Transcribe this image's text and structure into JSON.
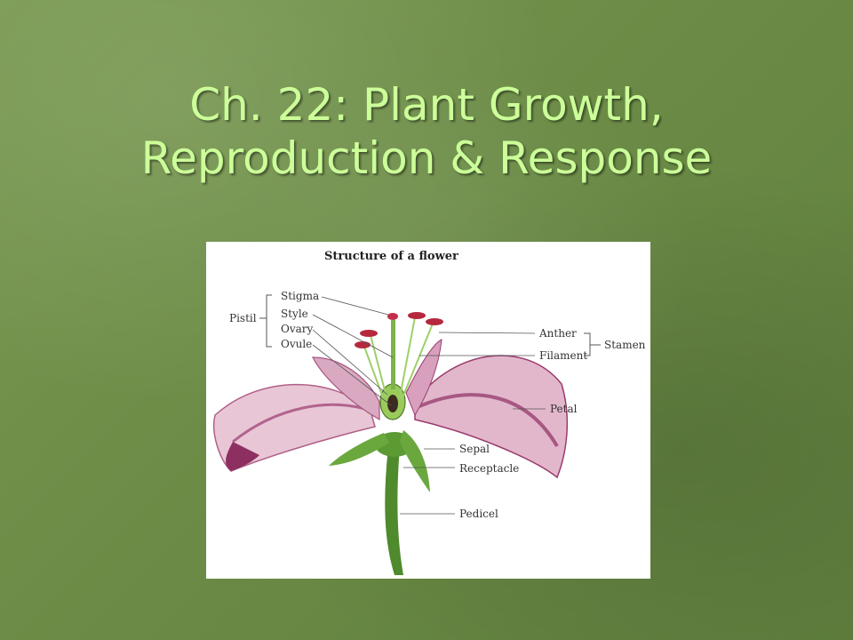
{
  "slide": {
    "title_line1": "Ch. 22: Plant Growth,",
    "title_line2": "Reproduction & Response"
  },
  "diagram": {
    "heading": "Structure of a flower",
    "labels": {
      "stigma": "Stigma",
      "style": "Style",
      "ovary": "Ovary",
      "ovule": "Ovule",
      "pistil": "Pistil",
      "anther": "Anther",
      "filament": "Filament",
      "stamen": "Stamen",
      "petal": "Petal",
      "sepal": "Sepal",
      "receptacle": "Receptacle",
      "pedicel": "Pedicel"
    }
  }
}
